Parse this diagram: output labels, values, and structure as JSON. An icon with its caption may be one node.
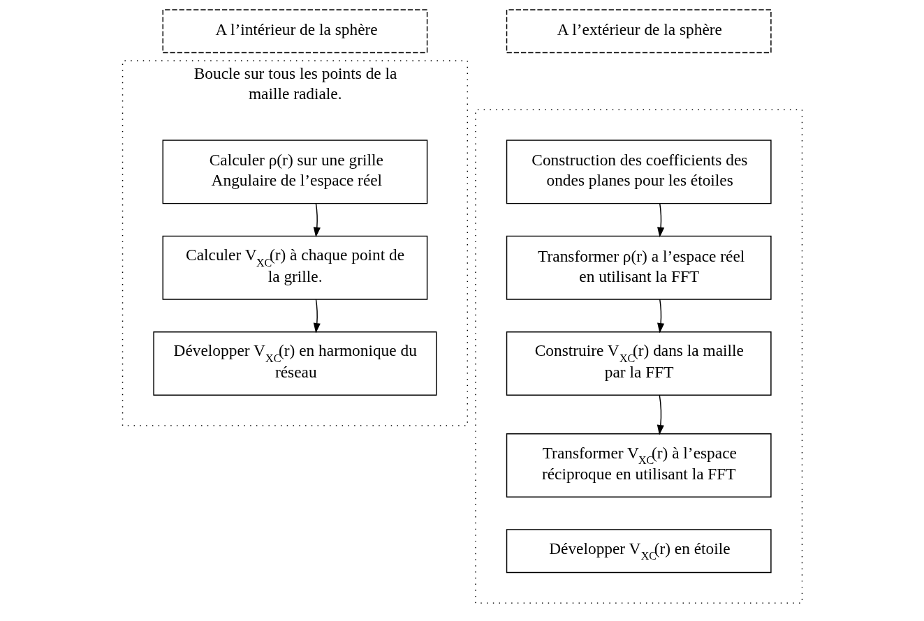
{
  "diagram": {
    "nodes": [
      {
        "text": [
          "A l’intérieur de la sphère"
        ]
      },
      {
        "text": [
          "A l’extérieur de la sphère"
        ]
      },
      {
        "text": [
          "Boucle sur tous les points de la maille radiale."
        ]
      },
      {
        "text": [
          "Calculer ρ(r) sur une grille Angulaire de l’espace réel"
        ],
        "in": 2
      },
      {
        "text": [
          "Calculer V$_{XC}$(r) à chaque point de la grille."
        ],
        "in": 2
      },
      {
        "text": [
          "Développer V$_{XC}$(r) en harmonique du réseau"
        ],
        "in": 2
      },
      {
        "text": [],
        "shape": "box"
      },
      {
        "text": [
          "Construction des coefficients des ondes planes pour les étoiles"
        ],
        "in": 6
      },
      {
        "text": [
          "Transformer ρ(r) a l’espace réel en utilisant la FFT"
        ],
        "in": 6
      },
      {
        "text": [
          "Construire V$_{XC}$(r) dans la maille par la FFT"
        ],
        "in": 6
      },
      {
        "text": [
          "Transformer V$_{XC}$(r) à l’espace réciproque en utilisant la FFT"
        ],
        "in": 6
      },
      {
        "text": [
          "Développer V$_{XC}$(r) en étoile"
        ],
        "in": 6
      }
    ],
    "edges": [
      {
        "from": 3,
        "to": 4,
        "arrow": "to"
      },
      {
        "from": 4,
        "to": 5,
        "arrow": "to"
      },
      {
        "from": 7,
        "to": 8,
        "arrow": "to"
      },
      {
        "from": 8,
        "to": 9,
        "arrow": "to"
      },
      {
        "from": 9,
        "to": 10,
        "arrow": "to"
      }
    ]
  }
}
